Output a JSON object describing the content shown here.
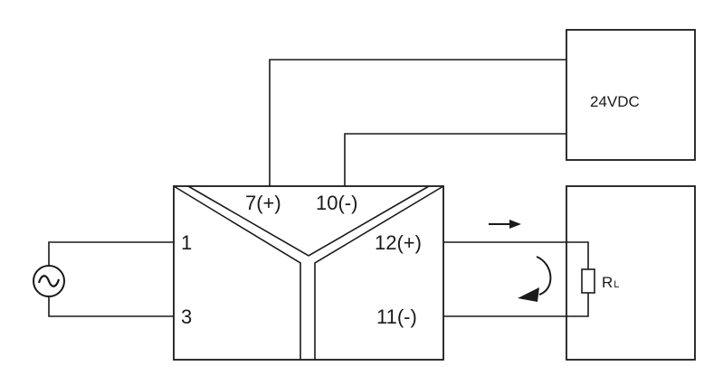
{
  "terminals": {
    "t7": "7(+)",
    "t10": "10(-)",
    "t1": "1",
    "t3": "3",
    "t12": "12(+)",
    "t11": "11(-)"
  },
  "power_supply": {
    "label": "24VDC"
  },
  "load": {
    "resistor_symbol": "R",
    "resistor_subscript": "L"
  },
  "icons": {
    "ac_source": "ac-source-icon",
    "current_direction": "current-arrow-icon",
    "loop_direction": "circular-arrow-icon"
  },
  "colors": {
    "stroke": "#1a1a1a",
    "background": "#ffffff"
  }
}
